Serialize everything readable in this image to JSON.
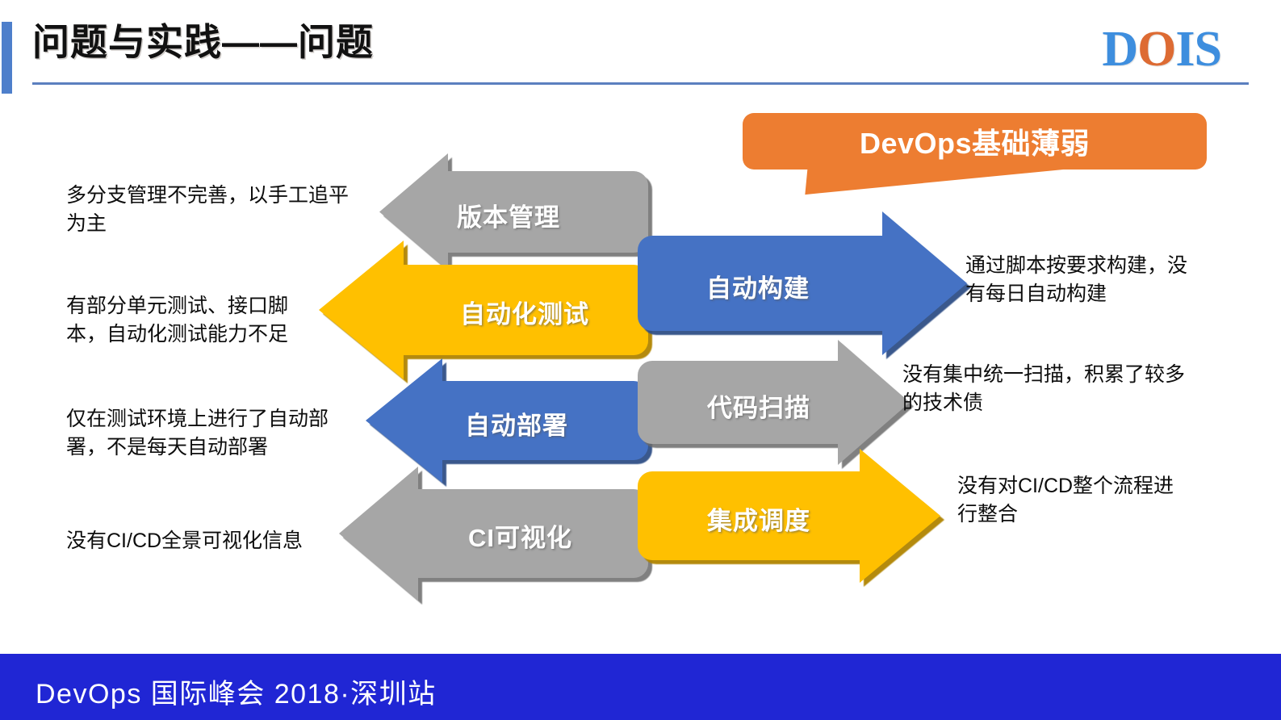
{
  "header": {
    "title": "问题与实践——问题",
    "logo": {
      "part1": "D",
      "part2": "O",
      "part3": "IS"
    }
  },
  "callout": {
    "text": "DevOps基础薄弱"
  },
  "arrows": {
    "left": [
      {
        "label": "版本管理",
        "color": "#A6A6A6"
      },
      {
        "label": "自动化测试",
        "color": "#FFC000"
      },
      {
        "label": "自动部署",
        "color": "#4472C4"
      },
      {
        "label": "CI可视化",
        "color": "#A6A6A6"
      }
    ],
    "right": [
      {
        "label": "自动构建",
        "color": "#4472C4"
      },
      {
        "label": "代码扫描",
        "color": "#A6A6A6"
      },
      {
        "label": "集成调度",
        "color": "#FFC000"
      }
    ]
  },
  "notes": {
    "left": [
      {
        "line1": "多分支管理不完善，以手工追平",
        "line2": "为主"
      },
      {
        "line1": "有部分单元测试、接口脚",
        "line2": "本，自动化测试能力不足"
      },
      {
        "line1": "仅在测试环境上进行了自动部",
        "line2": "署，不是每天自动部署"
      },
      {
        "line1": "没有CI/CD全景可视化信息",
        "line2": ""
      }
    ],
    "right": [
      {
        "line1": "通过脚本按要求构建，没",
        "line2": "有每日自动构建"
      },
      {
        "line1": "没有集中统一扫描，积累了较多",
        "line2": "的技术债"
      },
      {
        "line1": "没有对CI/CD整个流程进",
        "line2": "行整合"
      }
    ]
  },
  "footer": {
    "text": "DevOps 国际峰会 2018·深圳站"
  },
  "colors": {
    "accent_blue": "#4E7FCB",
    "rule_blue": "#5B7FBF",
    "logo_blue": "#3E8EDE",
    "logo_orange": "#DD6B33",
    "callout_orange": "#ED7D31",
    "arrow_gray": "#A6A6A6",
    "arrow_yellow": "#FFC000",
    "arrow_blue": "#4472C4",
    "footer_blue": "#2026D4"
  }
}
